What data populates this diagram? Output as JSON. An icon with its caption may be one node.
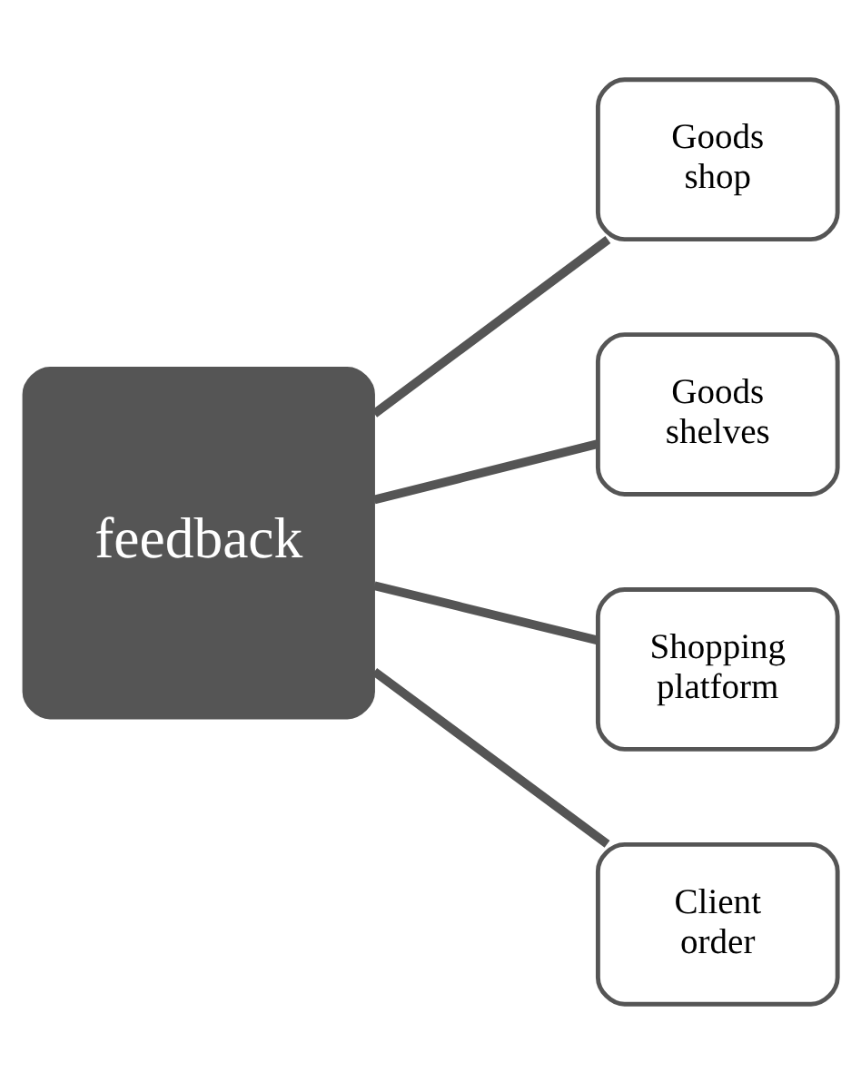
{
  "diagram": {
    "nodes": [
      {
        "text": [
          "feedback"
        ]
      },
      {
        "text": [
          "Goods shop"
        ]
      },
      {
        "text": [
          "Goods shelves"
        ]
      },
      {
        "text": [
          "Shopping platform"
        ]
      },
      {
        "text": [
          "Client order"
        ]
      }
    ],
    "edges": [
      {
        "from": 0,
        "to": 1,
        "arrow": "none"
      },
      {
        "from": 0,
        "to": 2,
        "arrow": "none"
      },
      {
        "from": 0,
        "to": 3,
        "arrow": "none"
      },
      {
        "from": 0,
        "to": 4,
        "arrow": "none"
      }
    ]
  }
}
